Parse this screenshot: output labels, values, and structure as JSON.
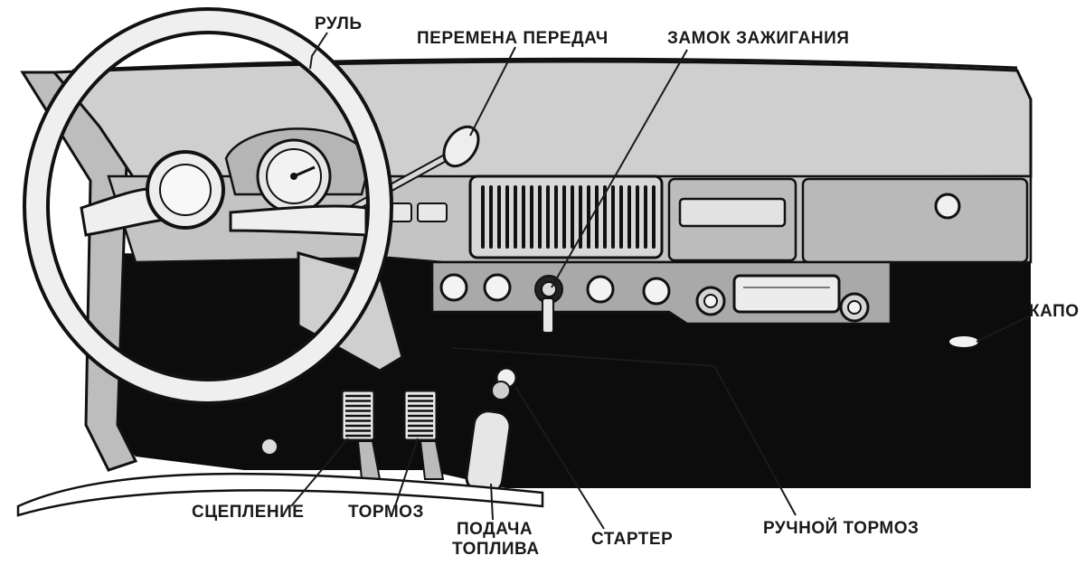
{
  "labels": {
    "rul": "РУЛЬ",
    "gear": "ПЕРЕМЕНА ПЕРЕДАЧ",
    "ignition": "ЗАМОК ЗАЖИГАНИЯ",
    "hood": "КАПО",
    "clutch": "СЦЕПЛЕНИЕ",
    "brake": "ТОРМОЗ",
    "fuel_line1": "ПОДАЧА",
    "fuel_line2": "ТОПЛИВА",
    "starter": "СТАРТЕР",
    "handbrake": "РУЧНОЙ ТОРМОЗ"
  },
  "colors": {
    "ink": "#111111",
    "panel": "#c9c9c9",
    "panel_dark": "#9a9a9a",
    "background": "#ffffff"
  }
}
